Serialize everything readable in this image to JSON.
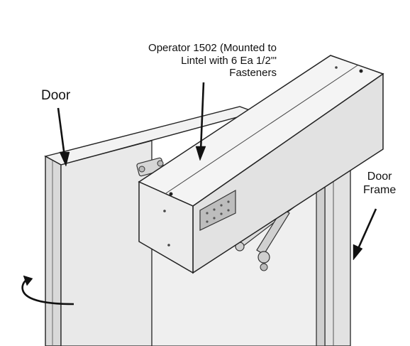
{
  "labels": {
    "door": "Door",
    "operator": {
      "line1": "Operator 1502 (Mounted to",
      "line2": "Lintel with 6 Ea 1/2'\"",
      "line3": "Fasteners"
    },
    "door_frame": {
      "line1": "Door",
      "line2": "Frame"
    }
  },
  "colors": {
    "background": "#ffffff",
    "panel": "#e6e6e6",
    "operator_housing": "#ececec",
    "outline": "#222222",
    "arrow": "#111111"
  }
}
